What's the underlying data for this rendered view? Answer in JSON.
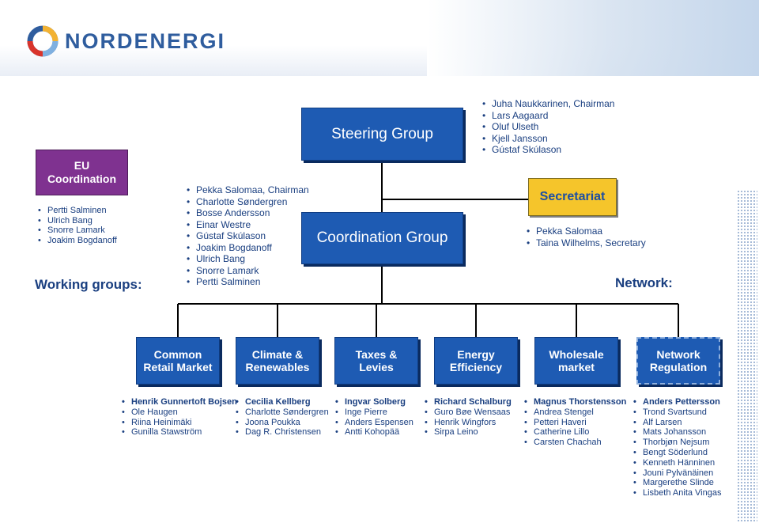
{
  "brand": {
    "name": "NORDENERGI"
  },
  "labels": {
    "working_groups": "Working groups:",
    "network": "Network:"
  },
  "steering": {
    "title": "Steering Group",
    "members": [
      "Juha Naukkarinen, Chairman",
      "Lars Aagaard",
      "Oluf Ulseth",
      "Kjell Jansson",
      "Gústaf Skúlason"
    ]
  },
  "coordination": {
    "title": "Coordination Group",
    "members": [
      "Pekka Salomaa, Chairman",
      "Charlotte Søndergren",
      "Bosse Andersson",
      "Einar Westre",
      "Gústaf Skúlason",
      "Joakim Bogdanoff",
      "Ulrich Bang",
      "Snorre Lamark",
      "Pertti Salminen"
    ]
  },
  "secretariat": {
    "title": "Secretariat",
    "members": [
      "Pekka Salomaa",
      "Taina Wilhelms, Secretary"
    ]
  },
  "eu": {
    "title_line1": "EU",
    "title_line2": "Coordination",
    "members": [
      "Pertti Salminen",
      "Ulrich Bang",
      "Snorre Lamark",
      "Joakim Bogdanoff"
    ]
  },
  "groups": [
    {
      "line1": "Common",
      "line2": "Retail Market",
      "members": [
        "Henrik Gunnertoft Bojsen",
        "Ole Haugen",
        "Riina Heinimäki",
        "Gunilla Stawström"
      ]
    },
    {
      "line1": "Climate &",
      "line2": "Renewables",
      "members": [
        "Cecilia Kellberg",
        "Charlotte Søndergren",
        "Joona Poukka",
        "Dag R. Christensen"
      ]
    },
    {
      "line1": "Taxes &",
      "line2": "Levies",
      "members": [
        "Ingvar Solberg",
        "Inge Pierre",
        "Anders Espensen",
        "Antti Kohopää"
      ]
    },
    {
      "line1": "Energy",
      "line2": "Efficiency",
      "members": [
        "Richard Schalburg",
        "Guro Bøe Wensaas",
        "Henrik Wingfors",
        "Sirpa Leino"
      ]
    },
    {
      "line1": "Wholesale",
      "line2": "market",
      "members": [
        "Magnus Thorstensson",
        "Andrea Stengel",
        "Petteri Haveri",
        "Catherine Lillo",
        "Carsten Chachah"
      ]
    },
    {
      "line1": "Network",
      "line2": "Regulation",
      "members": [
        "Anders Pettersson",
        "Trond Svartsund",
        "Alf Larsen",
        "Mats Johansson",
        "Thorbjøn Nejsum",
        "Bengt Söderlund",
        "Kenneth Hänninen",
        "Jouni Pylvänäinen",
        "Margerethe  Slinde",
        "Lisbeth Anita Vingas"
      ]
    }
  ],
  "colors": {
    "group_box": "#1e5bb3",
    "eu_box": "#7f3290",
    "secretariat_box": "#f5c52b",
    "text_blue": "#1a3f80"
  }
}
